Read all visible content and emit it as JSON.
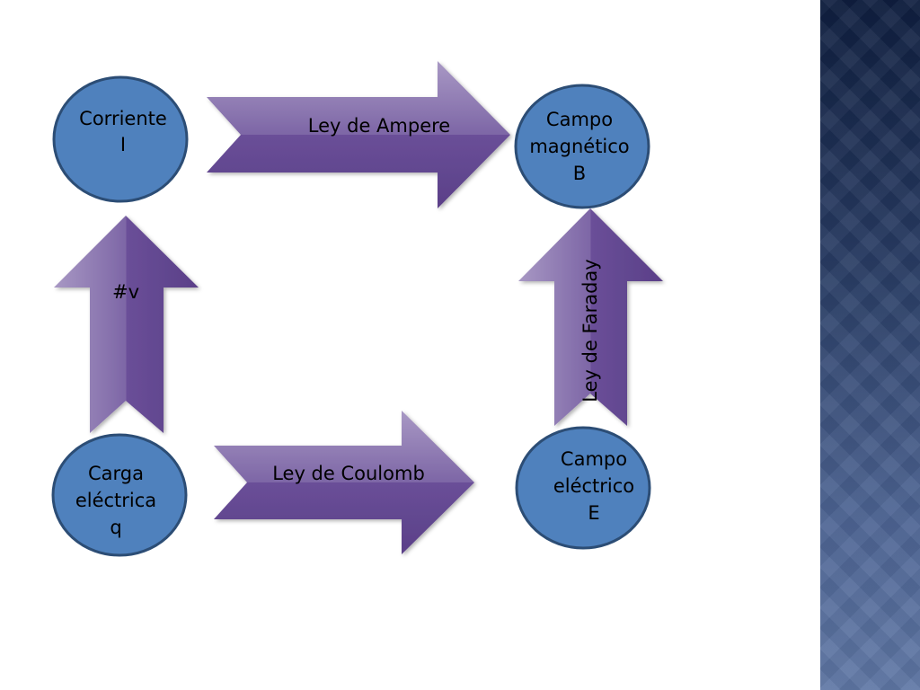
{
  "colors": {
    "node_fill": "#4f81bd",
    "node_stroke": "#2c4d75",
    "arrow_light": "#9784b6",
    "arrow_dark": "#62478f",
    "sidebar_top": "#0f1e3f",
    "sidebar_bottom": "#5f77a5"
  },
  "nodes": {
    "corriente": {
      "line1": "Corriente",
      "line2": "I"
    },
    "campo_magnetico": {
      "line1": "Campo",
      "line2": "magnético",
      "line3": "B"
    },
    "carga": {
      "line1": "Carga",
      "line2": "eléctrica",
      "line3": "q"
    },
    "campo_electrico": {
      "line1": "Campo",
      "line2": "eléctrico",
      "line3": "E"
    }
  },
  "arrows": {
    "ampere": "Ley de Ampere",
    "coulomb": "Ley de Coulomb",
    "velocidad": "#v",
    "faraday": "Ley de Faraday"
  }
}
